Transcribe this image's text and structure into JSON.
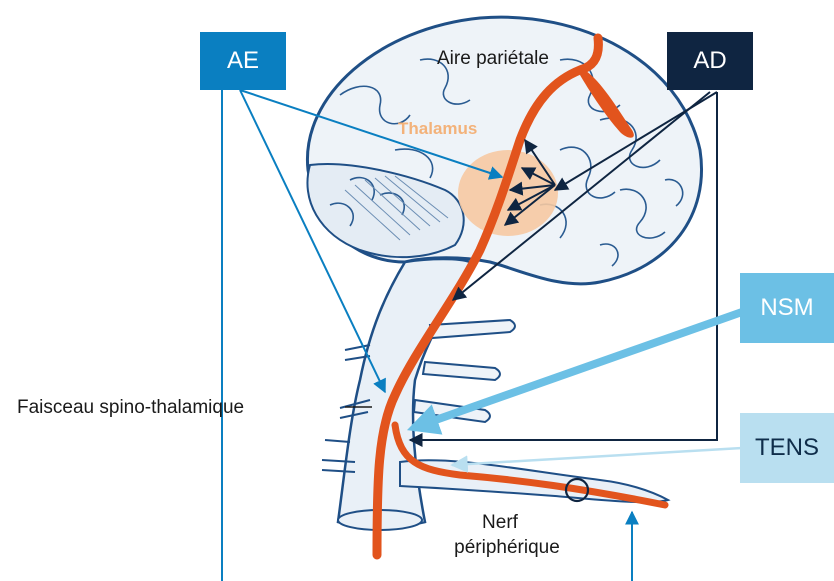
{
  "tags": {
    "ae": "AE",
    "ad": "AD",
    "nsm": "NSM",
    "tens": "TENS"
  },
  "labels": {
    "aire_parietale": "Aire pariétale",
    "thalamus": "Thalamus",
    "faisceau": "Faisceau spino-thalamique",
    "nerf_line1": "Nerf",
    "nerf_line2": "périphérique"
  },
  "colors": {
    "ae": "#0a7fc1",
    "ad": "#0f2541",
    "nsm": "#6cc0e5",
    "tens": "#b9dff0",
    "pathway": "#e2541d",
    "thalamus": "#f6c9a2",
    "thalamus_text": "#f3b27a",
    "brain_outline": "#1f4f86",
    "brain_fill": "#eef3f8"
  }
}
